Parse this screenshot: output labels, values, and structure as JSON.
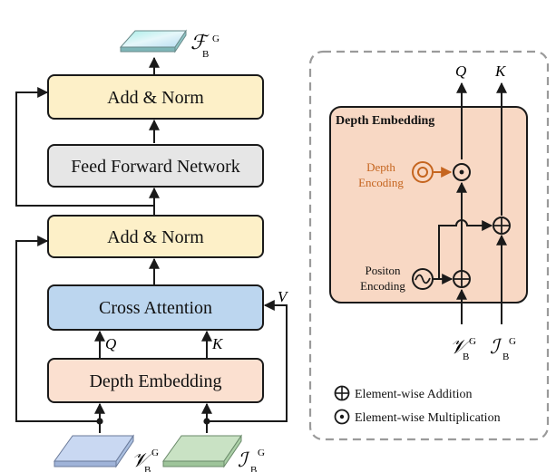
{
  "blocks": {
    "add_norm_top": "Add & Norm",
    "ffn": "Feed Forward Network",
    "add_norm_mid": "Add & Norm",
    "cross_attention": "Cross Attention",
    "depth_embedding": "Depth Embedding"
  },
  "io": {
    "output": {
      "main": "ℱ",
      "sub": "B",
      "sup": "G"
    },
    "input_v": {
      "main": "𝒱",
      "sub": "B",
      "sup": "G"
    },
    "input_i": {
      "main": "ℐ",
      "sub": "B",
      "sup": "G"
    }
  },
  "arrow_labels": {
    "q": "Q",
    "k": "K",
    "v": "V"
  },
  "detail": {
    "title": "Depth Embedding",
    "out_q": "Q",
    "out_k": "K",
    "depth_encoding_line1": "Depth",
    "depth_encoding_line2": "Encoding",
    "position_encoding_line1": "Positon",
    "position_encoding_line2": "Encoding",
    "in_v": {
      "main": "𝒱",
      "sub": "B",
      "sup": "G"
    },
    "in_i": {
      "main": "ℐ",
      "sub": "B",
      "sup": "G"
    }
  },
  "legend": {
    "addition": "Element-wise Addition",
    "multiplication": "Element-wise Multiplication"
  },
  "colors": {
    "add_norm": "#fdf0c8",
    "ffn": "#e6e6e6",
    "cross_attention": "#bcd6ef",
    "depth_embedding": "#fbe0d0",
    "detail_panel": "#f8d8c4",
    "depth_encoding_text": "#c5651f",
    "dashed_border": "#9a9a9a"
  }
}
